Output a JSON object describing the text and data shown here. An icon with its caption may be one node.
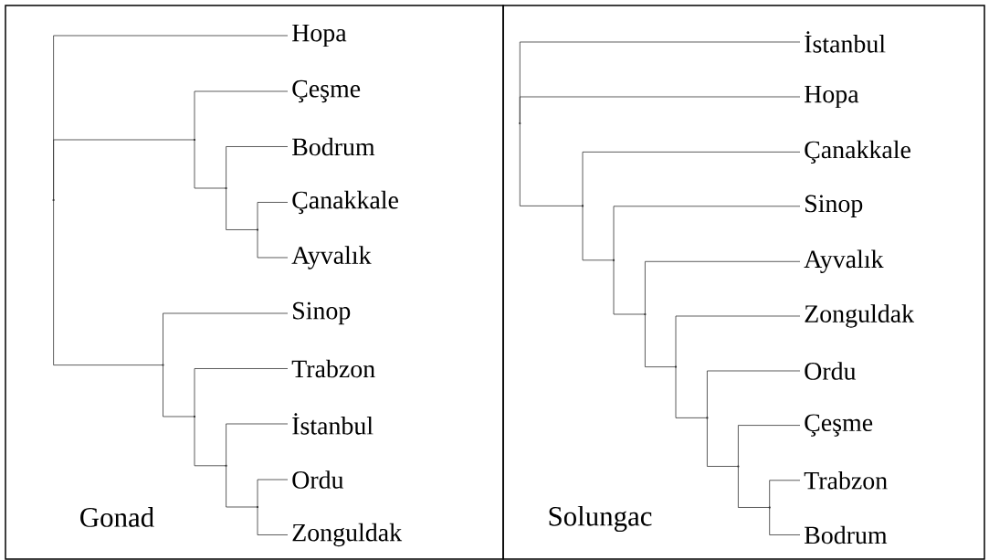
{
  "diagram": {
    "nodes": [
      {
        "text": [
          "Gonad"
        ]
      },
      {
        "text": [
          "Hopa"
        ],
        "in": 0
      },
      {
        "text": [
          "Çeşme"
        ],
        "in": 0
      },
      {
        "text": [
          "Bodrum"
        ],
        "in": 0
      },
      {
        "text": [
          "Çanakkale"
        ],
        "in": 0
      },
      {
        "text": [
          "Ayvalık"
        ],
        "in": 0
      },
      {
        "text": [
          "Sinop"
        ],
        "in": 0
      },
      {
        "text": [
          "Trabzon"
        ],
        "in": 0
      },
      {
        "text": [
          "İstanbul"
        ],
        "in": 0
      },
      {
        "text": [
          "Ordu"
        ],
        "in": 0
      },
      {
        "text": [
          "Zonguldak"
        ],
        "in": 0
      },
      {
        "text": [],
        "shape": "point",
        "in": 0
      },
      {
        "text": [],
        "shape": "point",
        "in": 0
      },
      {
        "text": [],
        "shape": "point",
        "in": 0
      },
      {
        "text": [],
        "shape": "point",
        "in": 0
      },
      {
        "text": [],
        "shape": "point",
        "in": 0
      },
      {
        "text": [],
        "shape": "point",
        "in": 0
      },
      {
        "text": [],
        "shape": "point",
        "in": 0
      },
      {
        "text": [],
        "shape": "point",
        "in": 0
      },
      {
        "text": [
          "Solungac"
        ]
      },
      {
        "text": [
          "İstanbul"
        ],
        "in": 19
      },
      {
        "text": [
          "Hopa"
        ],
        "in": 19
      },
      {
        "text": [
          "Çanakkale"
        ],
        "in": 19
      },
      {
        "text": [
          "Sinop"
        ],
        "in": 19
      },
      {
        "text": [
          "Ayvalık"
        ],
        "in": 19
      },
      {
        "text": [
          "Zonguldak"
        ],
        "in": 19
      },
      {
        "text": [
          "Ordu"
        ],
        "in": 19
      },
      {
        "text": [
          "Çeşme"
        ],
        "in": 19
      },
      {
        "text": [
          "Trabzon"
        ],
        "in": 19
      },
      {
        "text": [
          "Bodrum"
        ],
        "in": 19
      },
      {
        "text": [],
        "shape": "point",
        "in": 19
      },
      {
        "text": [],
        "shape": "point",
        "in": 19
      },
      {
        "text": [],
        "shape": "point",
        "in": 19
      },
      {
        "text": [],
        "shape": "point",
        "in": 19
      },
      {
        "text": [],
        "shape": "point",
        "in": 19
      },
      {
        "text": [],
        "shape": "point",
        "in": 19
      },
      {
        "text": [],
        "shape": "point",
        "in": 19
      },
      {
        "text": [],
        "shape": "point",
        "in": 19
      }
    ],
    "edges": [
      {
        "from": 11,
        "to": 1,
        "arrow": "none"
      },
      {
        "from": 11,
        "to": 12,
        "arrow": "none"
      },
      {
        "from": 11,
        "to": 15,
        "arrow": "none"
      },
      {
        "from": 12,
        "to": 2,
        "arrow": "none"
      },
      {
        "from": 12,
        "to": 13,
        "arrow": "none"
      },
      {
        "from": 13,
        "to": 3,
        "arrow": "none"
      },
      {
        "from": 13,
        "to": 14,
        "arrow": "none"
      },
      {
        "from": 14,
        "to": 4,
        "arrow": "none"
      },
      {
        "from": 14,
        "to": 5,
        "arrow": "none"
      },
      {
        "from": 15,
        "to": 6,
        "arrow": "none"
      },
      {
        "from": 15,
        "to": 16,
        "arrow": "none"
      },
      {
        "from": 16,
        "to": 7,
        "arrow": "none"
      },
      {
        "from": 16,
        "to": 17,
        "arrow": "none"
      },
      {
        "from": 17,
        "to": 8,
        "arrow": "none"
      },
      {
        "from": 17,
        "to": 18,
        "arrow": "none"
      },
      {
        "from": 18,
        "to": 9,
        "arrow": "none"
      },
      {
        "from": 18,
        "to": 10,
        "arrow": "none"
      },
      {
        "from": 30,
        "to": 20,
        "arrow": "none"
      },
      {
        "from": 30,
        "to": 21,
        "arrow": "none"
      },
      {
        "from": 30,
        "to": 31,
        "arrow": "none"
      },
      {
        "from": 31,
        "to": 22,
        "arrow": "none"
      },
      {
        "from": 31,
        "to": 32,
        "arrow": "none"
      },
      {
        "from": 32,
        "to": 23,
        "arrow": "none"
      },
      {
        "from": 32,
        "to": 33,
        "arrow": "none"
      },
      {
        "from": 33,
        "to": 24,
        "arrow": "none"
      },
      {
        "from": 33,
        "to": 34,
        "arrow": "none"
      },
      {
        "from": 34,
        "to": 25,
        "arrow": "none"
      },
      {
        "from": 34,
        "to": 35,
        "arrow": "none"
      },
      {
        "from": 35,
        "to": 26,
        "arrow": "none"
      },
      {
        "from": 35,
        "to": 36,
        "arrow": "none"
      },
      {
        "from": 36,
        "to": 27,
        "arrow": "none"
      },
      {
        "from": 36,
        "to": 37,
        "arrow": "none"
      },
      {
        "from": 37,
        "to": 28,
        "arrow": "none"
      },
      {
        "from": 37,
        "to": 29,
        "arrow": "none"
      }
    ]
  }
}
